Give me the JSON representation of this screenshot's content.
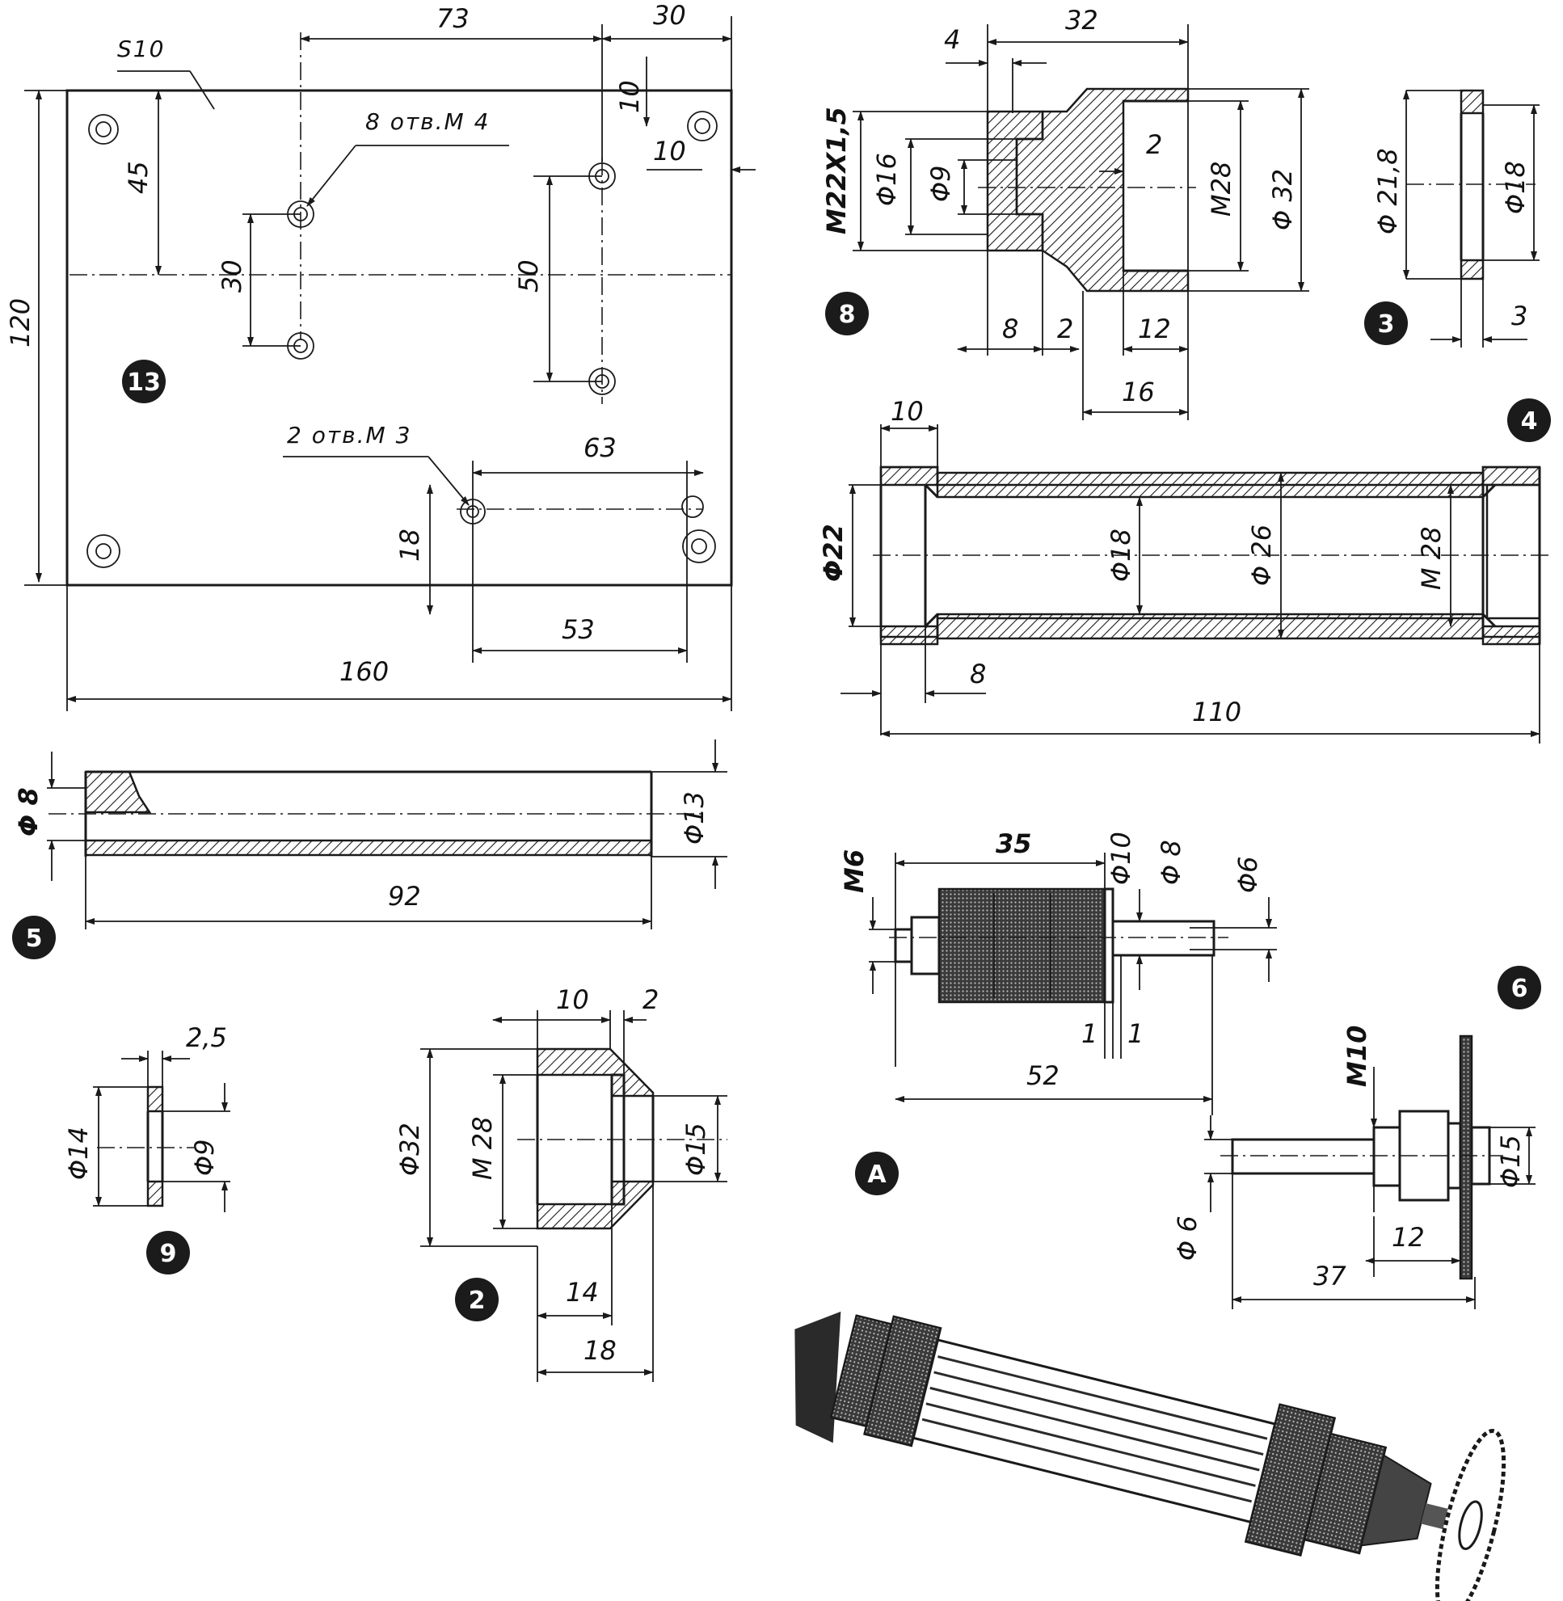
{
  "parts": {
    "p13": {
      "badge": "13",
      "material": "S10",
      "holes_m4": "8 отв.M 4",
      "holes_m3": "2 отв.M 3",
      "dims": {
        "top1": "73",
        "top2": "30",
        "v10": "10",
        "h10": "10",
        "v45": "45",
        "v30": "30",
        "v50": "50",
        "v120": "120",
        "h63": "63",
        "v18": "18",
        "h53": "53",
        "h160": "160"
      }
    },
    "p8": {
      "badge": "8",
      "dims": {
        "top4": "4",
        "top32": "32",
        "thread": "M22X1,5",
        "d16": "Φ16",
        "d9": "Φ9",
        "c2": "2",
        "m28": "M28",
        "d32": "Φ 32",
        "b8": "8",
        "b2": "2",
        "b12": "12",
        "b16": "16"
      }
    },
    "p3": {
      "badge": "3",
      "dims": {
        "d21": "Φ 21,8",
        "d18": "Φ18",
        "t3": "3"
      }
    },
    "p4": {
      "badge": "4",
      "dims": {
        "top10": "10",
        "d22": "Φ22",
        "d18": "Φ18",
        "d26": "Φ 26",
        "m28": "M 28",
        "b8": "8",
        "b110": "110"
      }
    },
    "p5": {
      "badge": "5",
      "dims": {
        "d8": "Φ 8",
        "d13": "Φ13",
        "l92": "92"
      }
    },
    "p6": {
      "badge": "6",
      "dims": {
        "m6": "M6",
        "l35": "35",
        "d10": "Φ10",
        "d8": "Φ 8",
        "d6": "Φ6",
        "g1a": "1",
        "g1b": "1",
        "l52": "52"
      }
    },
    "pA": {
      "badge": "A",
      "dims": {
        "m10": "M10",
        "d15": "Φ15",
        "d6": "Φ 6",
        "l12": "12",
        "l37": "37"
      }
    },
    "p9": {
      "badge": "9",
      "dims": {
        "t25": "2,5",
        "d14": "Φ14",
        "d9": "Φ9"
      }
    },
    "p2": {
      "badge": "2",
      "dims": {
        "top10": "10",
        "top2": "2",
        "d32": "Φ32",
        "m28": "M 28",
        "d15": "Φ15",
        "b14": "14",
        "b18": "18"
      }
    }
  },
  "colors": {
    "ink": "#1a1a1a",
    "paper": "#ffffff"
  }
}
